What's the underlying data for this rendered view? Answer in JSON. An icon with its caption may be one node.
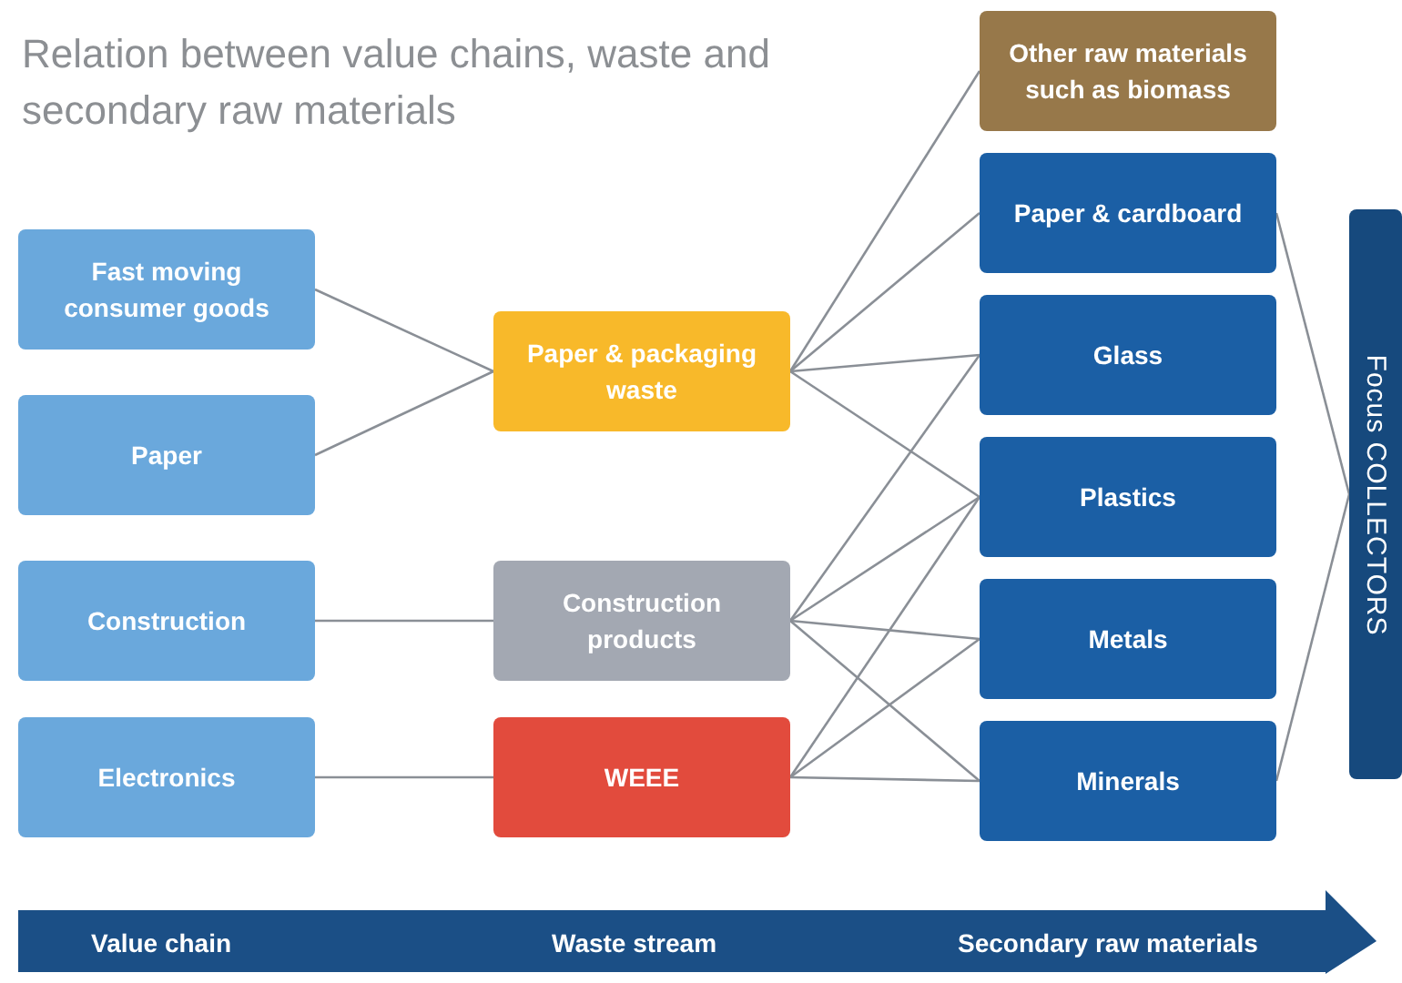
{
  "diagram": {
    "title": "Relation between value chains, waste and secondary raw materials",
    "nodes": [
      {
        "text": [
          "Fast moving consumer goods"
        ]
      },
      {
        "text": [
          "Paper"
        ]
      },
      {
        "text": [
          "Construction"
        ]
      },
      {
        "text": [
          "Electronics"
        ]
      },
      {
        "text": [
          "Paper & packaging waste"
        ]
      },
      {
        "text": [
          "Construction products"
        ]
      },
      {
        "text": [
          "WEEE"
        ]
      },
      {
        "text": [
          "Other raw materials such as biomass"
        ]
      },
      {
        "text": [
          "Paper & cardboard"
        ]
      },
      {
        "text": [
          "Glass"
        ]
      },
      {
        "text": [
          "Plastics"
        ]
      },
      {
        "text": [
          "Metals"
        ]
      },
      {
        "text": [
          "Minerals"
        ]
      },
      {
        "text": [
          "Focus COLLECTORS"
        ]
      }
    ],
    "edges": [
      {
        "from": 0,
        "to": 4,
        "arrow": "none"
      },
      {
        "from": 1,
        "to": 4,
        "arrow": "none"
      },
      {
        "from": 2,
        "to": 5,
        "arrow": "none"
      },
      {
        "from": 3,
        "to": 6,
        "arrow": "none"
      },
      {
        "from": 4,
        "to": 7,
        "arrow": "none"
      },
      {
        "from": 4,
        "to": 8,
        "arrow": "none"
      },
      {
        "from": 4,
        "to": 9,
        "arrow": "none"
      },
      {
        "from": 4,
        "to": 10,
        "arrow": "none"
      },
      {
        "from": 5,
        "to": 9,
        "arrow": "none"
      },
      {
        "from": 5,
        "to": 10,
        "arrow": "none"
      },
      {
        "from": 5,
        "to": 11,
        "arrow": "none"
      },
      {
        "from": 5,
        "to": 12,
        "arrow": "none"
      },
      {
        "from": 6,
        "to": 10,
        "arrow": "none"
      },
      {
        "from": 6,
        "to": 11,
        "arrow": "none"
      },
      {
        "from": 6,
        "to": 12,
        "arrow": "none"
      },
      {
        "from": 8,
        "to": 13,
        "arrow": "none"
      },
      {
        "from": 12,
        "to": 13,
        "arrow": "none"
      }
    ],
    "labels": [
      "Value chain",
      "Waste stream",
      "Secondary raw materials"
    ]
  }
}
